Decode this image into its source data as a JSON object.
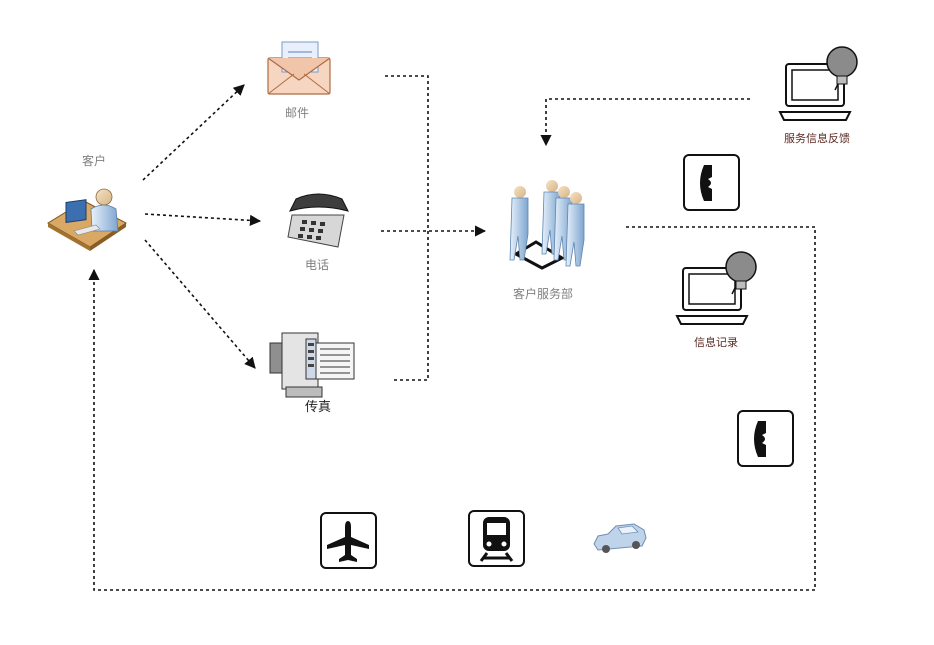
{
  "nodes": {
    "customer": "客户",
    "mail": "邮件",
    "phone": "电话",
    "fax": "传真",
    "service_dept": "客户服务部",
    "feedback": "服务信息反馈",
    "record": "信息记录"
  },
  "icons": {
    "customer": "customer-at-computer-icon",
    "mail": "envelope-icon",
    "phone": "telephone-icon",
    "fax": "fax-machine-icon",
    "service_dept": "people-group-icon",
    "feedback": "laptop-lightbulb-icon",
    "record": "laptop-lightbulb-icon",
    "phone_sign": "phone-sign-icon",
    "airplane": "airplane-sign-icon",
    "train": "train-sign-icon",
    "car": "car-icon"
  },
  "colors": {
    "connector": "#111111",
    "label_gray": "#808080",
    "label_brown": "#5a2a22"
  }
}
